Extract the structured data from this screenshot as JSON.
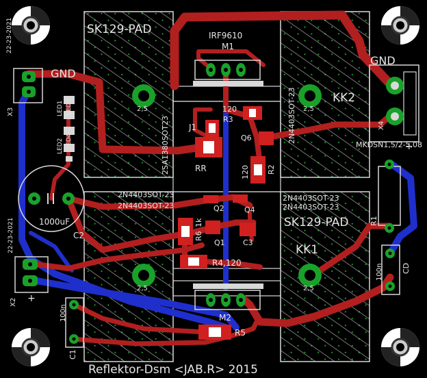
{
  "colors": {
    "background": "#000000",
    "top_copper": "#b21f1f",
    "bottom_copper": "#1f2fcc",
    "pad": "#1aa12a",
    "silkscreen": "#e6e6e6",
    "smd_pad": "#d02020"
  },
  "heatsinks": [
    {
      "id": "hs-top-left",
      "label": "SK129-PAD",
      "part": "2SA1380SOT23",
      "hole": "2,5"
    },
    {
      "id": "hs-top-right",
      "label": "",
      "part": "2N4403SOT-23",
      "hole": "2,5",
      "name": "KK2"
    },
    {
      "id": "hs-bottom-left",
      "label": "2N4403SOT-23",
      "part": "",
      "hole": "2,5"
    },
    {
      "id": "hs-bottom-right",
      "label": "SK129-PAD",
      "part": "2N4403SOT-23",
      "hole": "2,5",
      "name": "KK1"
    }
  ],
  "labels": {
    "m1_part": "IRF9610",
    "m1_name": "M1",
    "m2_name": "M2",
    "gnd_left": "GND",
    "gnd_right": "GND",
    "x3": "X3",
    "x3_part": "22-23-2021",
    "x2": "X2",
    "x2_part": "22-23-2021",
    "x4_part": "MKDSN1,5/2-5,08",
    "x4": "X4",
    "led1": "LED1",
    "led2": "LED2",
    "led3": "LED3",
    "led4": "LED4",
    "c2_value": "1000uF",
    "c2": "C2",
    "c1_value": "100n",
    "c1": "C1",
    "cd_value": "100n",
    "cd": "CD",
    "r1": "R1",
    "j1": "J1",
    "rr": "RR",
    "r3": "R3",
    "r3_value": "120",
    "q6": "Q6",
    "r2": "R2",
    "r2_value": "120",
    "q2": "Q2",
    "q4": "Q4",
    "q1": "Q1",
    "c3": "C3",
    "r6": "R6",
    "r6_value": "1k",
    "r4": "R4,120",
    "r5": "R5",
    "part_q2_a": "2N4403SOT-23",
    "part_q2_b": "2N4403SOT-23",
    "part_q4_a": "2N4403SOT-23",
    "part_q4_b": "2N4403SOT-23",
    "plus": "+",
    "footer": "Reflektor-Dsm <JAB.R> 2015"
  }
}
